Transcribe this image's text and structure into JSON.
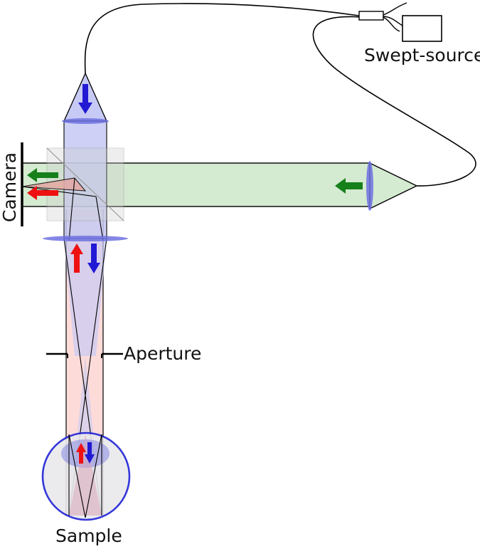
{
  "labels": {
    "source": "Swept-source",
    "camera": "Camera",
    "aperture": "Aperture",
    "sample": "Sample"
  },
  "colors": {
    "reference_beam": "#d4ead1",
    "sample_beam": "#fdd7d5",
    "illumination_beam": "#c6caf4",
    "lens": "#6f72e0",
    "sample_outline": "#1f22d6",
    "arrow_red": "#ee1111",
    "arrow_blue": "#2219d4",
    "arrow_green": "#16801a",
    "outline": "#000000"
  },
  "icons": [
    "fiber-coupler-icon",
    "beam-splitter-cube-icon",
    "eye-sample-icon"
  ]
}
